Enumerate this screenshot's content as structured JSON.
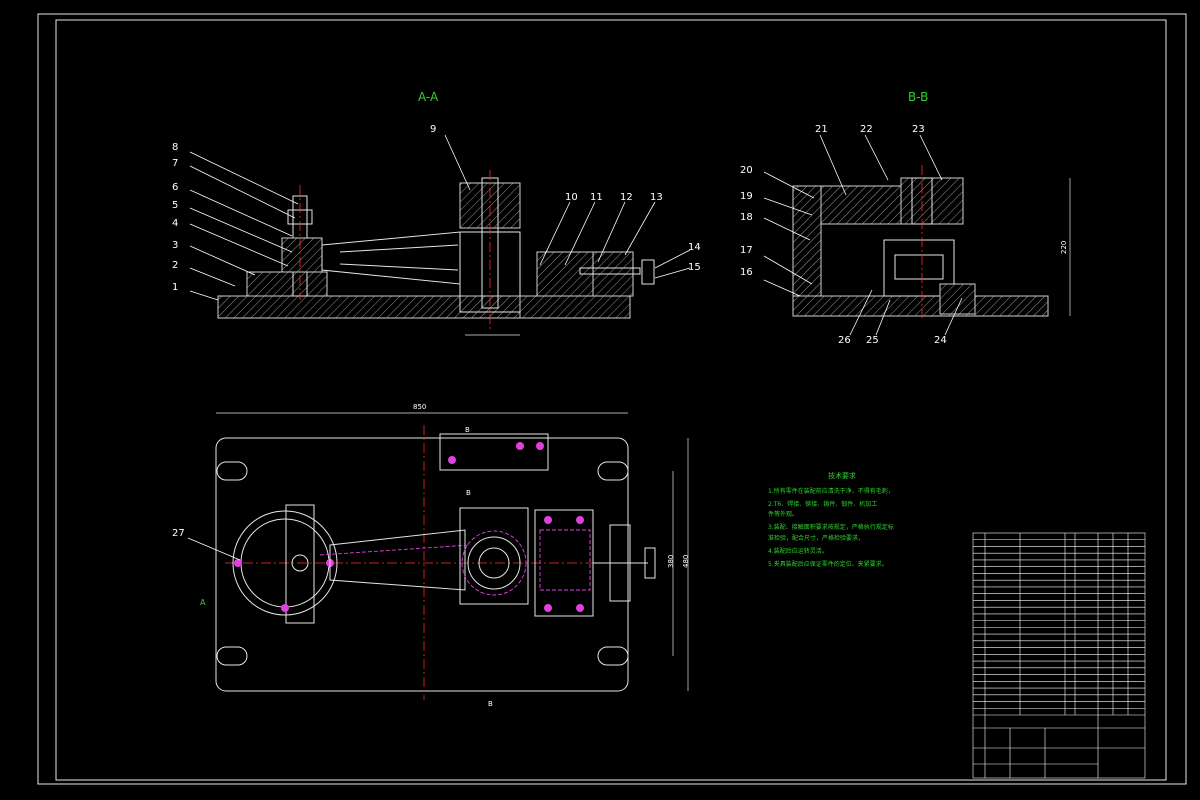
{
  "sections": {
    "aa_title": "A-A",
    "bb_title": "B-B"
  },
  "callouts_aa": [
    "1",
    "2",
    "3",
    "4",
    "5",
    "6",
    "7",
    "8",
    "9",
    "10",
    "11",
    "12",
    "13",
    "14",
    "15"
  ],
  "callouts_bb": [
    "16",
    "17",
    "18",
    "19",
    "20",
    "21",
    "22",
    "23",
    "24",
    "25",
    "26"
  ],
  "callout_plan": "27",
  "dimensions": {
    "plan_width": "850",
    "plan_height_outer": "480",
    "plan_height_inner": "380",
    "bb_height": "220"
  },
  "section_marks": {
    "a": "A",
    "b": "B"
  },
  "tech_requirements": {
    "title": "技术要求",
    "items": [
      "1.所有零件在装配前应清洗干净，不得有毛刺，",
      "2.T6、焊接、铆接、铸件、锻件、机加工",
      "件等外观。",
      "3.装配、接触面积要求按规定，严格执行规定标",
      "准检验，配合尺寸，严格检验要求，",
      "4.装配后应运转灵活。",
      "5.夹具装配后应保证零件的定位、夹紧要求。"
    ]
  },
  "colors": {
    "background": "#000000",
    "outline": "#e6e6e6",
    "centerline": "#ff2a2a",
    "hidden": "#e040e0",
    "note_text": "#2fd22f"
  }
}
